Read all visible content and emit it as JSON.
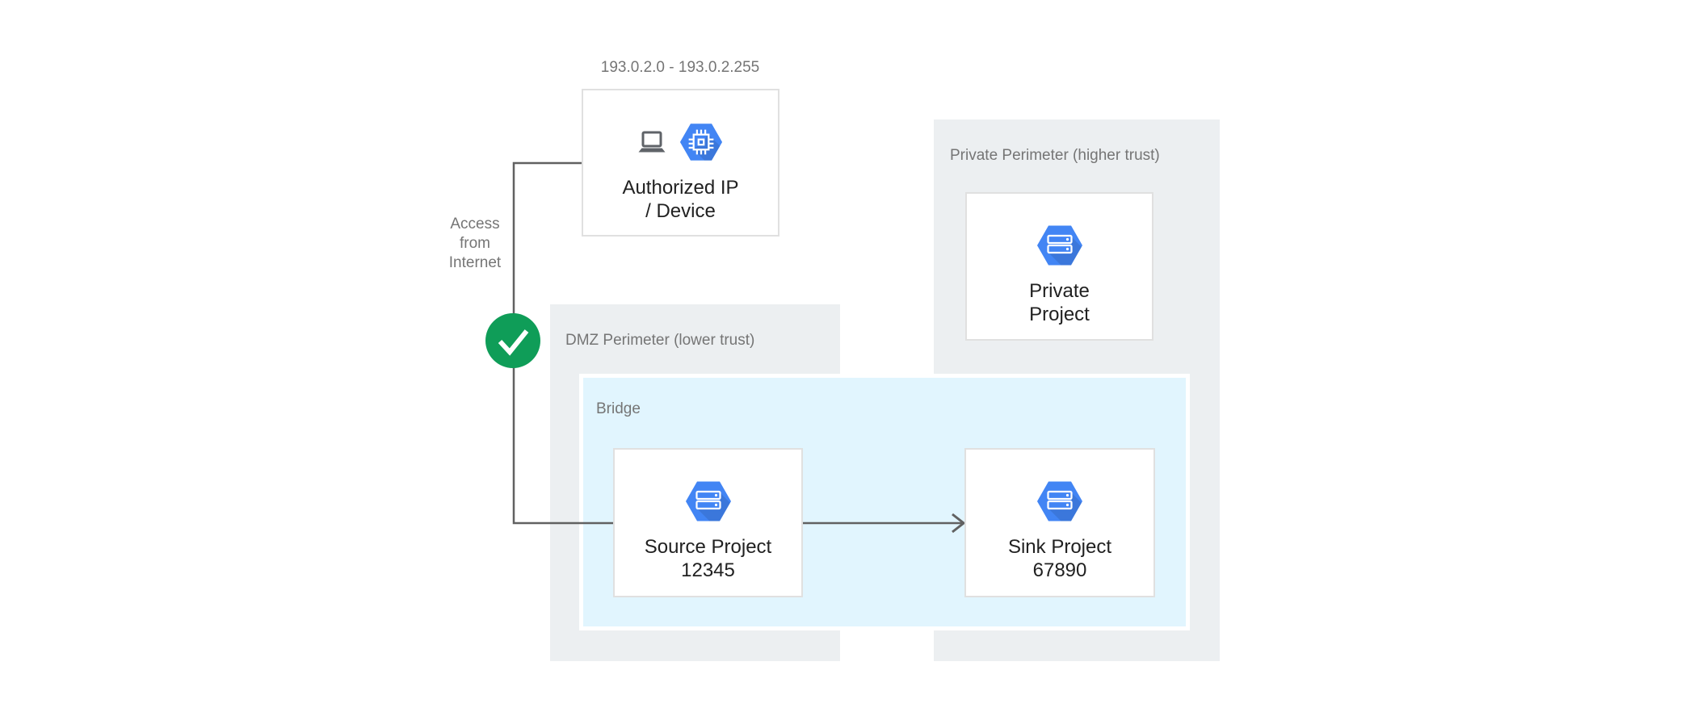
{
  "diagram": {
    "ip_range_label": "193.0.2.0 - 193.0.2.255",
    "access_label": "Access\nfrom\nInternet",
    "status_icon": "check-icon",
    "authorized_card": {
      "label": "Authorized IP\n/ Device",
      "icons": [
        "laptop-icon",
        "compute-engine-icon"
      ]
    },
    "dmz_perimeter": {
      "label": "DMZ Perimeter (lower trust)"
    },
    "bridge": {
      "label": "Bridge"
    },
    "source_card": {
      "label": "Source Project\n12345",
      "icon": "project-server-icon"
    },
    "sink_card": {
      "label": "Sink Project\n67890",
      "icon": "project-server-icon"
    },
    "private_perimeter": {
      "label": "Private Perimeter (higher trust)"
    },
    "private_card": {
      "label": "Private\nProject",
      "icon": "project-server-icon"
    },
    "colors": {
      "perimeter_fill": "#ECEFF1",
      "bridge_fill": "#E1F5FE",
      "bridge_border": "#FFFFFF",
      "hexagon_blue": "#4285F4",
      "check_green": "#0F9D58",
      "connector_gray": "#616161",
      "label_gray": "#757575",
      "card_border": "#E0E0E0",
      "card_text": "#212121"
    }
  }
}
